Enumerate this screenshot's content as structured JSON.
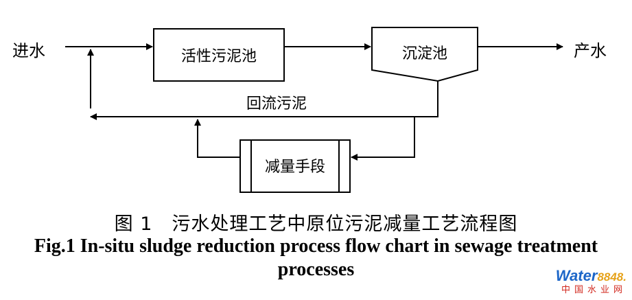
{
  "diagram": {
    "input_label": "进水",
    "output_label": "产水",
    "nodes": {
      "activated_sludge_tank": "活性污泥池",
      "sedimentation_tank": "沉淀池",
      "reduction_means": "减量手段"
    },
    "edges": {
      "return_sludge": "回流污泥"
    }
  },
  "caption": {
    "chinese": "图 1　污水处理工艺中原位污泥减量工艺流程图",
    "english": "Fig.1 In-situ sludge reduction process flow chart in sewage treatment processes"
  },
  "watermark": {
    "brand_main": "Water",
    "brand_num": "8848",
    "brand_dot": ".",
    "subtitle": "中国水业网"
  },
  "colors": {
    "line": "#000000",
    "watermark_blue": "#1c66c8",
    "watermark_orange": "#e6a21a",
    "watermark_red": "#d2281e"
  }
}
